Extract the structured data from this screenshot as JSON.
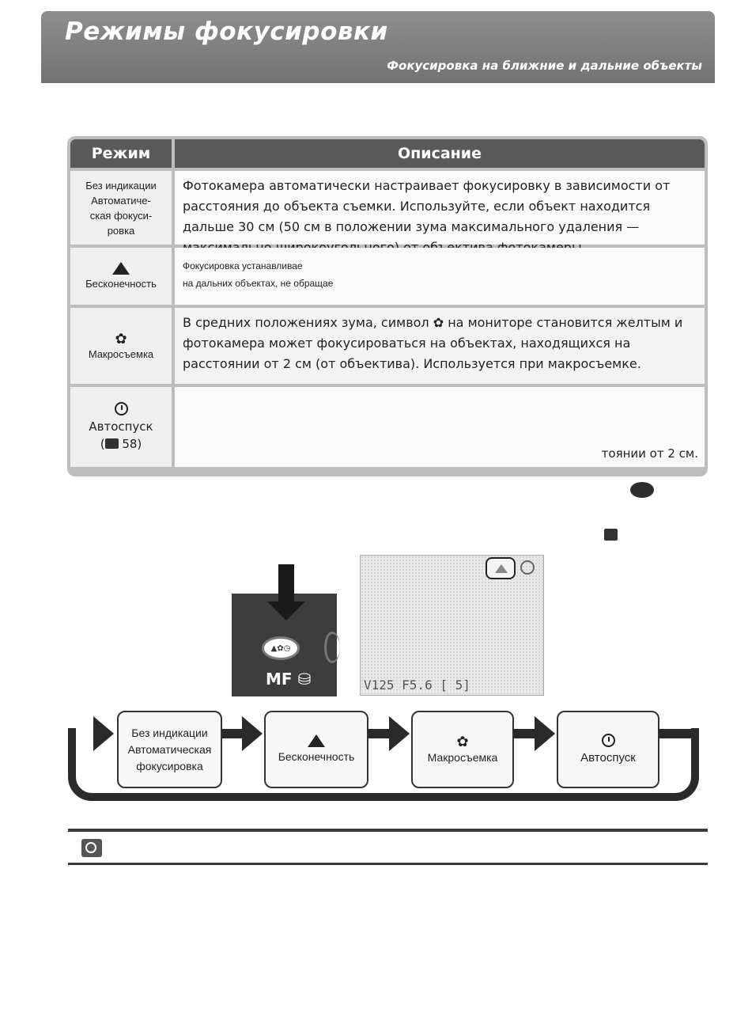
{
  "header": {
    "title": "Режимы фокусировки",
    "subtitle": "Фокусировка на ближние и дальние объекты"
  },
  "table": {
    "columns": [
      "Режим",
      "Описание"
    ],
    "rows": [
      {
        "mode_lines": [
          "Без индикации",
          "Автоматиче-",
          "ская фокуси-",
          "ровка"
        ],
        "description": "Фотокамера автоматически настраивает фокусировку в зависимости от расстояния до объекта съемки. Используйте, если объект находится дальше 30 см (50 см в положении зума максимального удаления — максимально широкоугольного) от объектива фотокамеры."
      },
      {
        "mode_lines": [
          "Бесконечность"
        ],
        "description_lines": [
          "Фокусировка устанавливае",
          "на дальних объектах, не обращае"
        ]
      },
      {
        "mode_lines": [
          "Макросъемка"
        ],
        "description": "В средних положениях зума, символ ✿ на мониторе становится желтым и фотокамера может фокусироваться на объектах, находящихся на расстоянии от 2 см (от объектива). Используется при макросъемке."
      },
      {
        "mode_lines": [
          "Автоспуск",
          "58)"
        ],
        "description_fragments": [
          "тоянии от 2 см."
        ]
      }
    ]
  },
  "camera": {
    "mf_label": "MF",
    "monitor_status": "V125  F5.6   [  5]"
  },
  "flow": {
    "steps": [
      {
        "lines": [
          "Без индикации",
          "Автоматическая",
          "фокусировка"
        ],
        "icon": "none"
      },
      {
        "lines": [
          "Бесконечность"
        ],
        "icon": "mountain-icon"
      },
      {
        "lines": [
          "Макросъемка"
        ],
        "icon": "flower-icon"
      },
      {
        "lines": [
          "Автоспуск"
        ],
        "icon": "self-timer-icon"
      }
    ]
  },
  "colors": {
    "header_bg": "#7f7f7f",
    "table_head": "#5a5a5a",
    "arrows": "#2a2a2a"
  }
}
